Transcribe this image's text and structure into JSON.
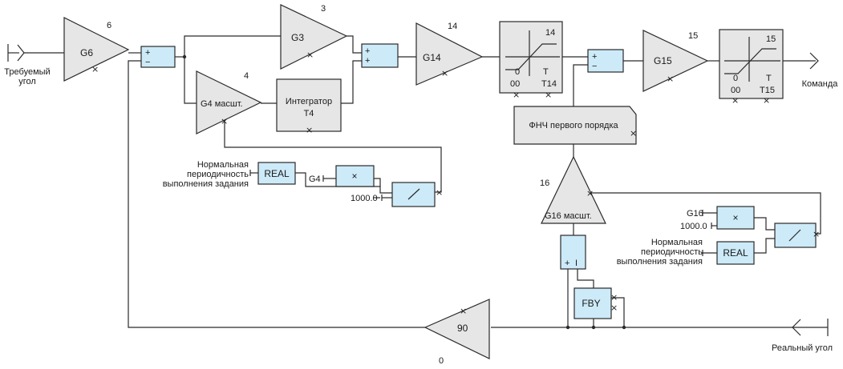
{
  "input": {
    "label_line1": "Требуемый",
    "label_line2": "угол"
  },
  "output": {
    "label": "Команда"
  },
  "feedback": {
    "label": "Реальный угол"
  },
  "gains": {
    "g6": {
      "label": "G6",
      "num": "6"
    },
    "g3": {
      "label": "G3",
      "num": "3"
    },
    "g4": {
      "label": "G4 масшт.",
      "num": "4"
    },
    "g14": {
      "label": "G14",
      "num": "14"
    },
    "g15": {
      "label": "G15",
      "num": "15"
    },
    "g16": {
      "label": "G16 масшт.",
      "num": "16"
    },
    "g90": {
      "label": "90",
      "num": "0"
    }
  },
  "integrator": {
    "line1": "Интегратор",
    "line2": "T4"
  },
  "lpf": {
    "label": "ФНЧ первого порядка"
  },
  "limiter14": {
    "top": "14",
    "zero": "0",
    "t": "T",
    "left": "00",
    "right": "T14"
  },
  "limiter15": {
    "top": "15",
    "zero": "0",
    "t": "T",
    "left": "00",
    "right": "T15"
  },
  "sums": {
    "plus": "+",
    "minus": "−",
    "bar": "I"
  },
  "blocks": {
    "real1": "REAL",
    "mult1": "×",
    "div1": "/",
    "g4_in": "G4",
    "const1": "1000.0",
    "period1": [
      "Нормальная",
      "периодичность",
      "выполнения задания"
    ],
    "real2": "REAL",
    "mult2": "×",
    "div2": "/",
    "g16_in": "G16",
    "const2": "1000.0",
    "period2": [
      "Нормальная",
      "периодичность",
      "выполнения задания"
    ],
    "fby": "FBY"
  },
  "mark_x": "×"
}
